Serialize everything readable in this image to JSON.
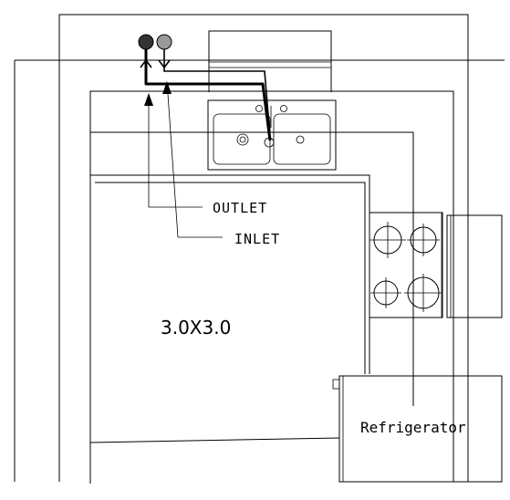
{
  "labels": {
    "outlet": "OUTLET",
    "inlet": "INLET",
    "room_size": "3.0X3.0",
    "refrigerator": "Refrigerator"
  },
  "colors": {
    "line": "#000000",
    "outlet_pipe": "#333333",
    "inlet_pipe": "#999999"
  }
}
